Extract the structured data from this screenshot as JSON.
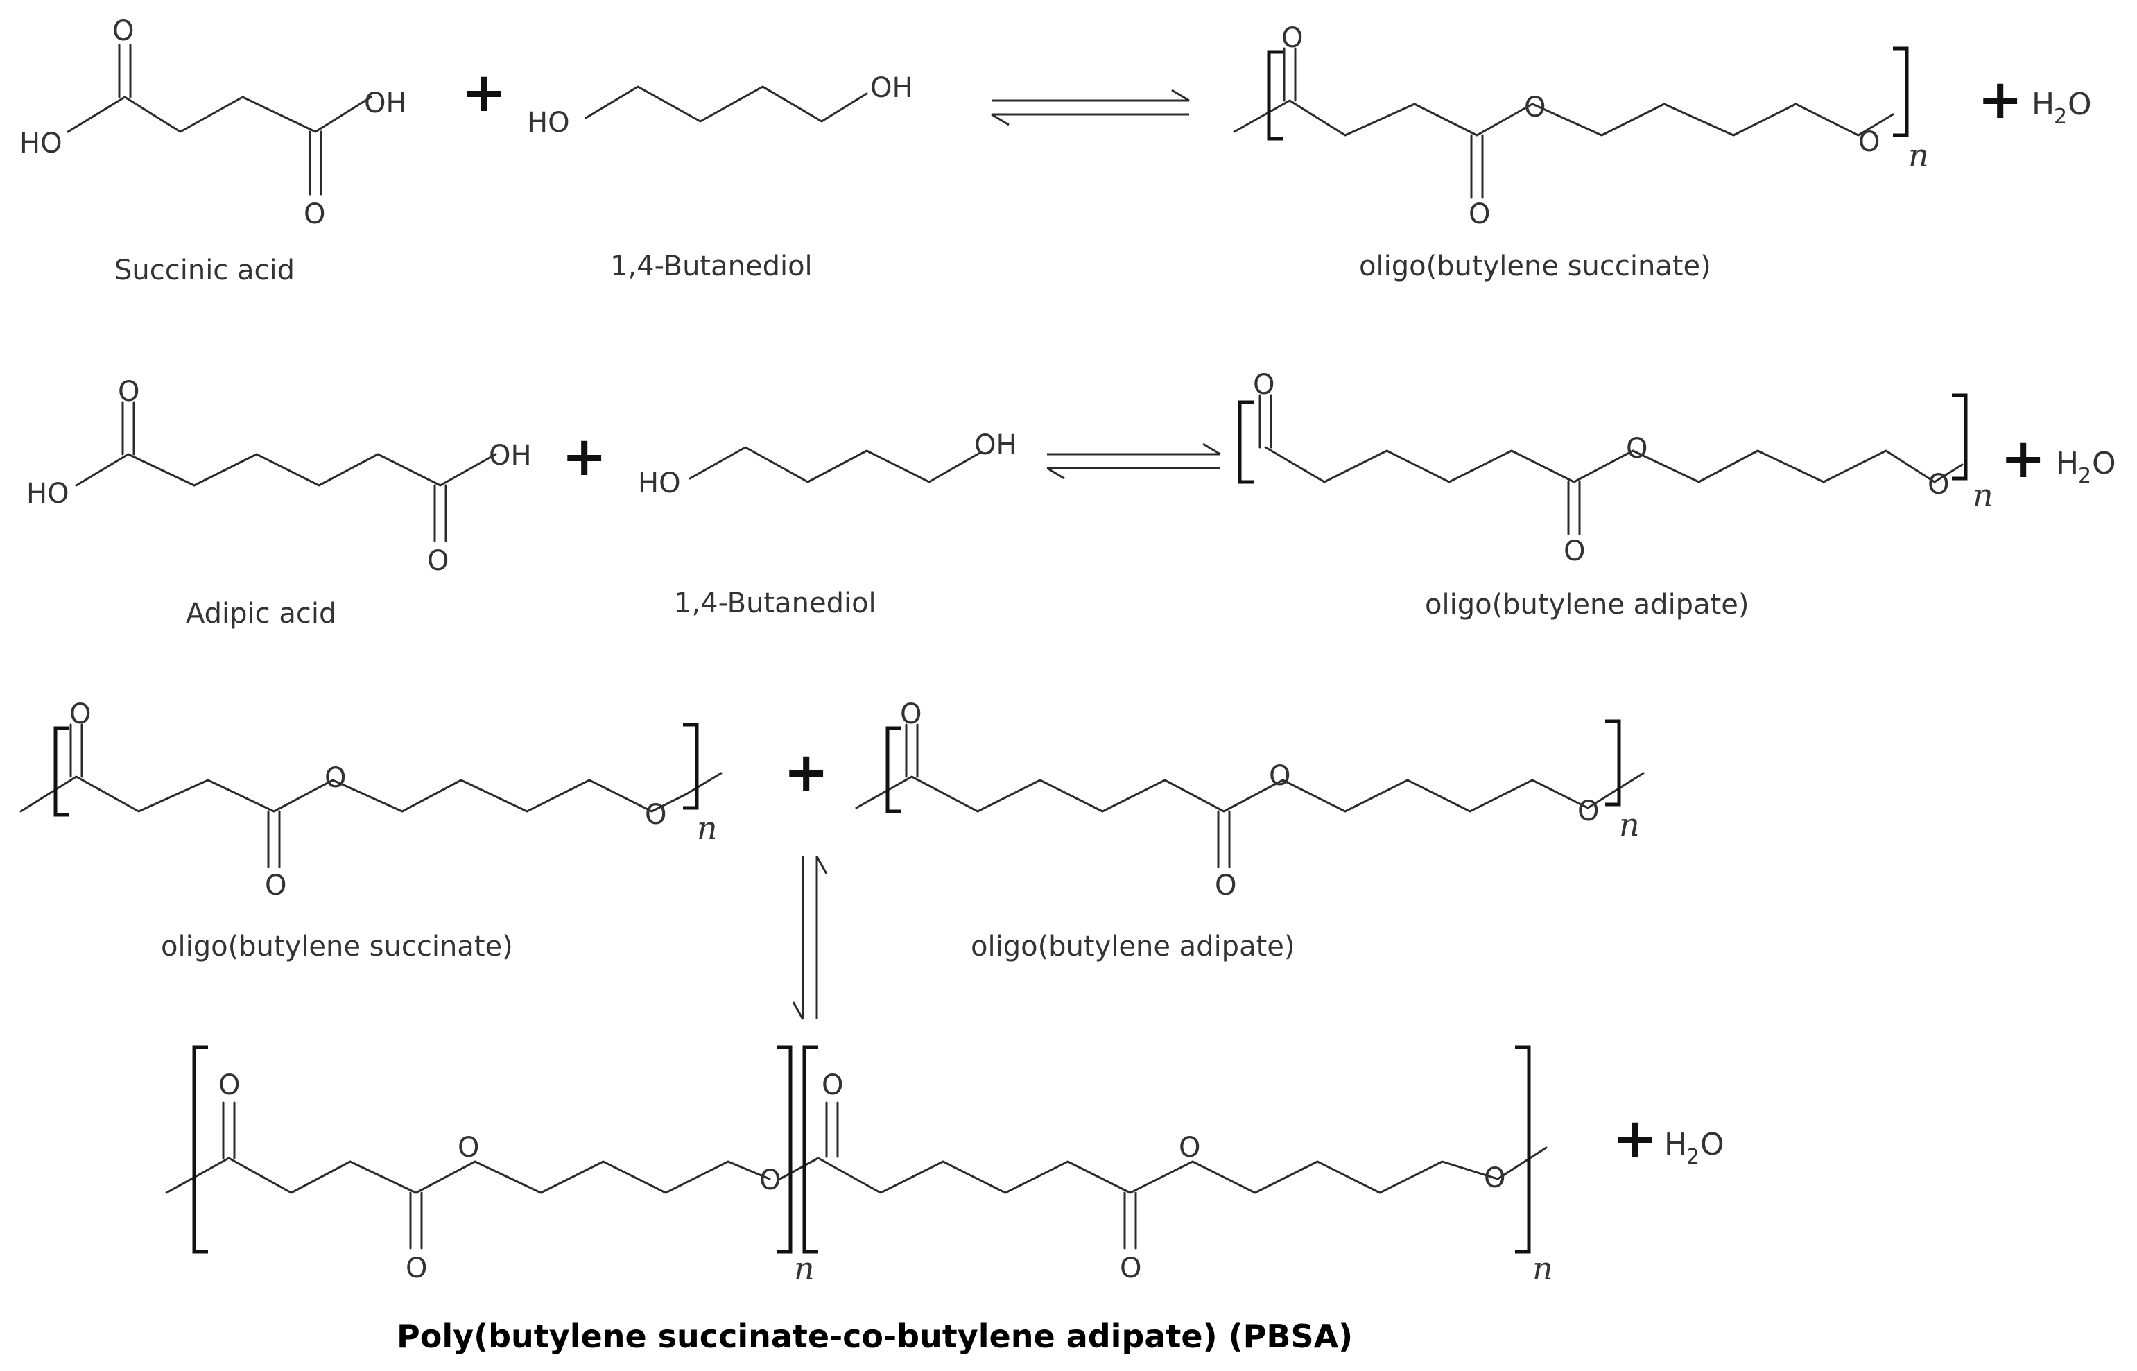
{
  "atoms": {
    "oxygen": "O",
    "hydroxyl": "OH",
    "hydroxyl_left": "HO"
  },
  "symbols": {
    "plus": "+",
    "water": "H",
    "water_sub": "2",
    "water_tail": "O",
    "repeat": "n"
  },
  "labels": {
    "succinic_acid": "Succinic acid",
    "butanediol": "1,4-Butanediol",
    "adipic_acid": "Adipic acid",
    "oligo_succinate": "oligo(butylene succinate)",
    "oligo_adipate": "oligo(butylene adipate)",
    "product": "Poly(butylene succinate-co-butylene adipate) (PBSA)"
  }
}
